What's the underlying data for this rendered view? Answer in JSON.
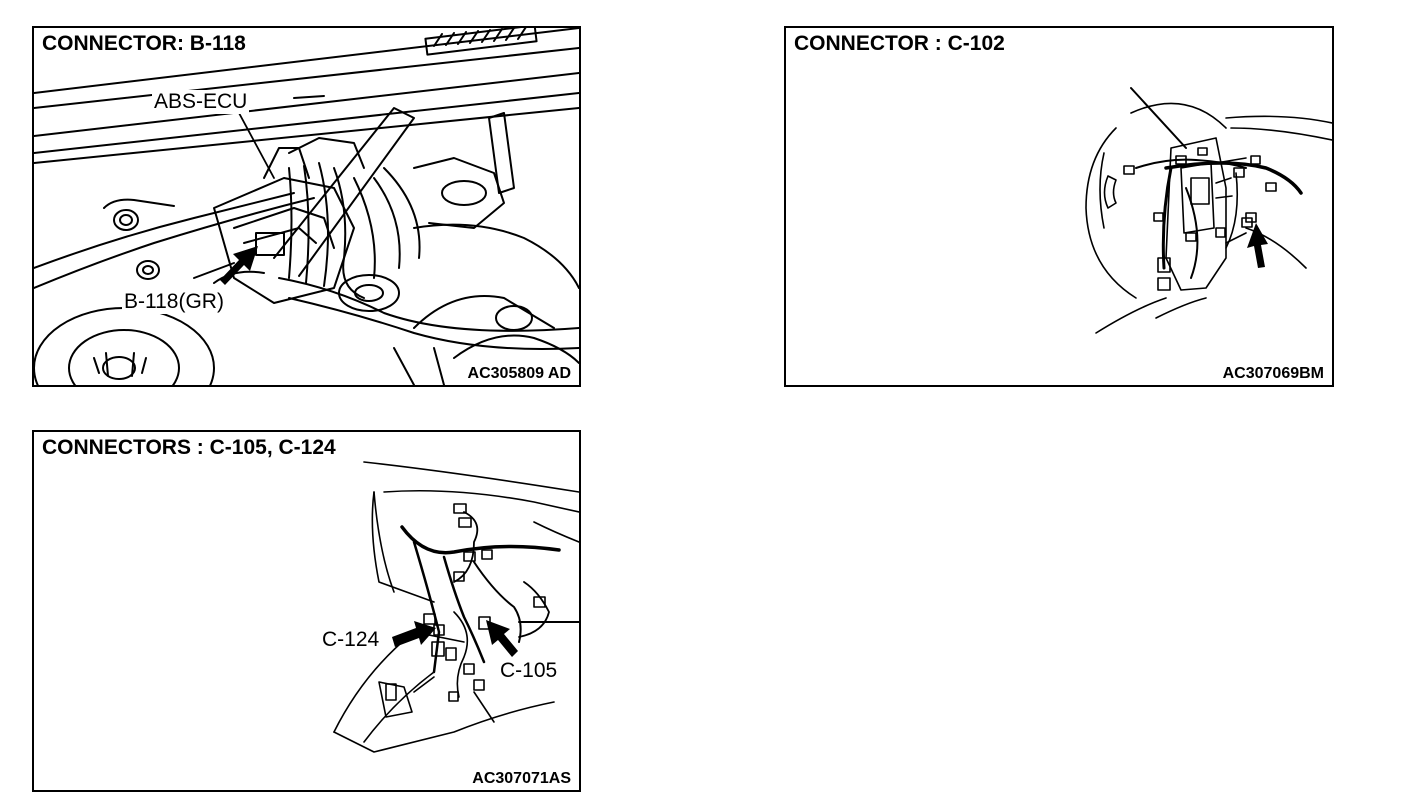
{
  "panels": {
    "b118": {
      "title": "CONNECTOR: B-118",
      "code": "AC305809 AD",
      "labels": {
        "ecu": "ABS-ECU",
        "connector": "B-118(GR)"
      }
    },
    "c102": {
      "title": "CONNECTOR : C-102",
      "code": "AC307069BM"
    },
    "c105": {
      "title": "CONNECTORS : C-105, C-124",
      "code": "AC307071AS",
      "labels": {
        "c124": "C-124",
        "c105": "C-105"
      }
    }
  },
  "colors": {
    "line": "#000000",
    "background": "#ffffff"
  }
}
